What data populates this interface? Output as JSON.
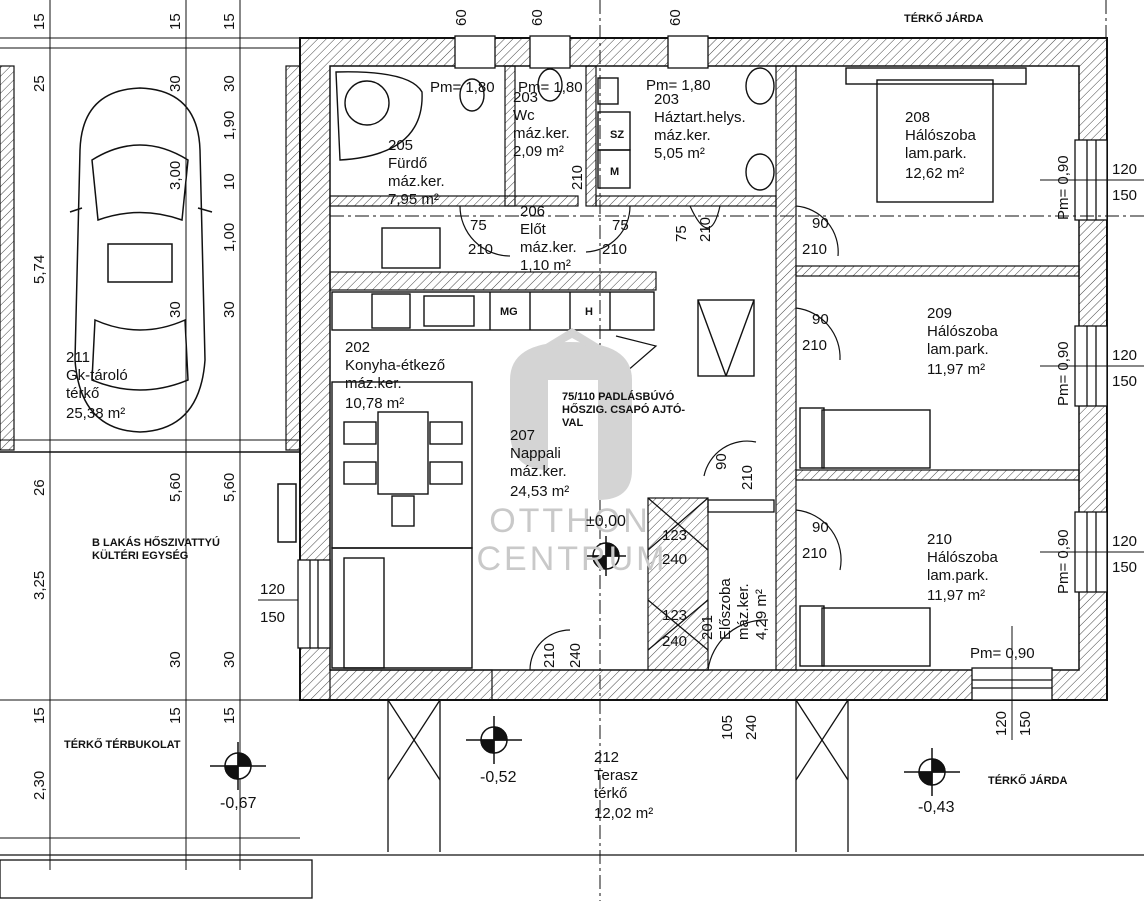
{
  "header": {
    "road_top": "TÉRKŐ JÁRDA"
  },
  "rooms": [
    {
      "num": "205",
      "name": "Fürdő",
      "floor": "máz.ker.",
      "area": "7,95 m²"
    },
    {
      "num": "203",
      "name": "Wc",
      "floor": "máz.ker.",
      "area": "2,09 m²"
    },
    {
      "num": "203",
      "name": "Háztart.helys.",
      "floor": "máz.ker.",
      "area": "5,05 m²"
    },
    {
      "num": "206",
      "name": "Előt",
      "floor": "máz.ker.",
      "area": "1,10 m²"
    },
    {
      "num": "208",
      "name": "Hálószoba",
      "floor": "lam.park.",
      "area": "12,62 m²"
    },
    {
      "num": "209",
      "name": "Hálószoba",
      "floor": "lam.park.",
      "area": "11,97 m²"
    },
    {
      "num": "210",
      "name": "Hálószoba",
      "floor": "lam.park.",
      "area": "11,97 m²"
    },
    {
      "num": "202",
      "name": "Konyha-étkező",
      "floor": "máz.ker.",
      "area": "10,78 m²"
    },
    {
      "num": "207",
      "name": "Nappali",
      "floor": "máz.ker.",
      "area": "24,53 m²"
    },
    {
      "num": "201",
      "name": "Előszoba",
      "floor": "máz.ker.",
      "area": "4,29 m²"
    },
    {
      "num": "211",
      "name": "Gk-tároló",
      "floor": "térkő",
      "area": "25,38 m²"
    },
    {
      "num": "212",
      "name": "Terasz",
      "floor": "térkő",
      "area": "12,02 m²"
    }
  ],
  "notes": {
    "attic_1": "75/110 PADLÁSBÚVÓ",
    "attic_2": "HŐSZIG. CSAPÓ AJTÓ-",
    "attic_3": "VAL",
    "heatpump_1": "B LAKÁS HŐSZIVATTYÚ",
    "heatpump_2": "KÜLTÉRI EGYSÉG",
    "paving_left": "TÉRKŐ TÉRBUKOLAT",
    "walk_right": "TÉRKŐ JÁRDA",
    "fixture_mg": "MG",
    "fixture_h": "H",
    "fixture_sz": "SZ",
    "fixture_m": "M"
  },
  "levels": {
    "zero": "±0,00",
    "terrace": "-0,52",
    "left": "-0,67",
    "right": "-0,43"
  },
  "sills": {
    "pm180a": "Pm= 1,80",
    "pm180b": "Pm= 1,80",
    "pm180c": "Pm= 1,80",
    "pm090a": "Pm= 0,90",
    "pm090b": "Pm= 0,90",
    "pm090c": "Pm= 0,90",
    "pm090d": "Pm= 0,90"
  },
  "dims": {
    "d15a": "15",
    "d15b": "15",
    "d15c": "15",
    "d60a": "60",
    "d60b": "60",
    "d60c": "60",
    "d25": "25",
    "d30a": "30",
    "d30b": "30",
    "d300": "3,00",
    "d190": "1,90",
    "d10": "10",
    "d574": "5,74",
    "d100": "1,00",
    "d30c": "30",
    "d30d": "30",
    "d26": "26",
    "d560a": "5,60",
    "d560b": "5,60",
    "d325": "3,25",
    "d30e": "30",
    "d30f": "30",
    "d15d": "15",
    "d15e": "15",
    "d15f": "15",
    "d230": "2,30",
    "w120a": "120",
    "w150a": "150",
    "w120b": "120",
    "w150b": "150",
    "w120c": "120",
    "w150c": "150",
    "w120d": "120",
    "w150d": "150",
    "w120e": "120",
    "w150e": "150",
    "dr75a": "75",
    "dr210a": "210",
    "dr75b": "75",
    "dr210b": "210",
    "dr75c": "75",
    "dr210c": "210",
    "dr210d": "210",
    "dr90a": "90",
    "dr210e": "210",
    "dr90b": "90",
    "dr210f": "210",
    "dr90c": "90",
    "dr210g": "210",
    "dr90d": "90",
    "dr210h": "210",
    "dr123a": "123",
    "dr240a": "240",
    "dr123b": "123",
    "dr240b": "240",
    "dr210i": "210",
    "dr240c": "240",
    "dr105": "105",
    "dr240d": "240"
  },
  "watermark": {
    "line1": "OTTHON",
    "line2": "CENTRUM"
  }
}
